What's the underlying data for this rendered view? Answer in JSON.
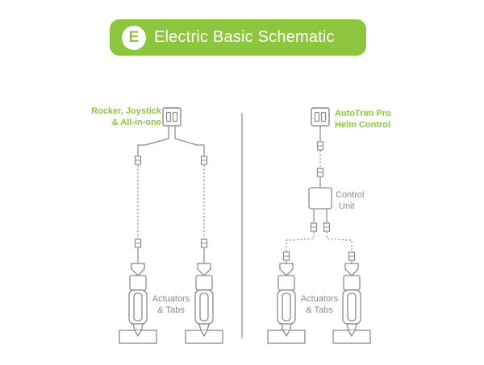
{
  "banner": {
    "badge_letter": "E",
    "title": "Electric Basic Schematic",
    "color": "#8cc63f"
  },
  "left_system": {
    "control_label_line1": "Rocker, Joystick",
    "control_label_line2": "& All-in-one",
    "actuator_label_line1": "Actuators",
    "actuator_label_line2": "& Tabs"
  },
  "right_system": {
    "control_label_line1": "AutoTrim Pro",
    "control_label_line2": "Helm Control",
    "unit_label_line1": "Control",
    "unit_label_line2": "Unit",
    "actuator_label_line1": "Actuators",
    "actuator_label_line2": "& Tabs"
  },
  "colors": {
    "accent": "#8cc63f",
    "line": "#8a8a8a"
  }
}
